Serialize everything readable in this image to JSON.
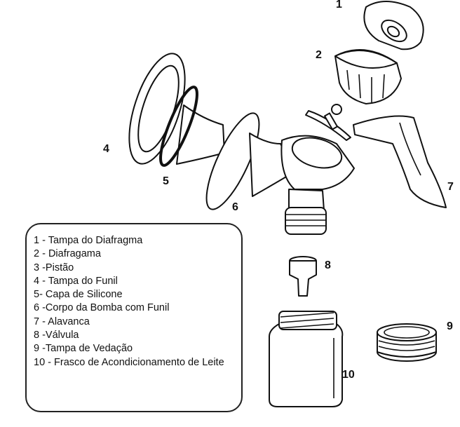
{
  "labels": [
    "1",
    "2",
    "4",
    "5",
    "6",
    "7",
    "8",
    "9",
    "10"
  ],
  "legend": [
    "1 - Tampa do Diafragma",
    "2 - Diafragama",
    "3 -Pistão",
    "4 - Tampa do Funil",
    "5- Capa de Silicone",
    "6 -Corpo da Bomba com Funil",
    "7 - Alavanca",
    "8 -Válvula",
    "9 -Tampa de Vedação",
    "10 - Frasco de Acondicionamento de Leite"
  ]
}
